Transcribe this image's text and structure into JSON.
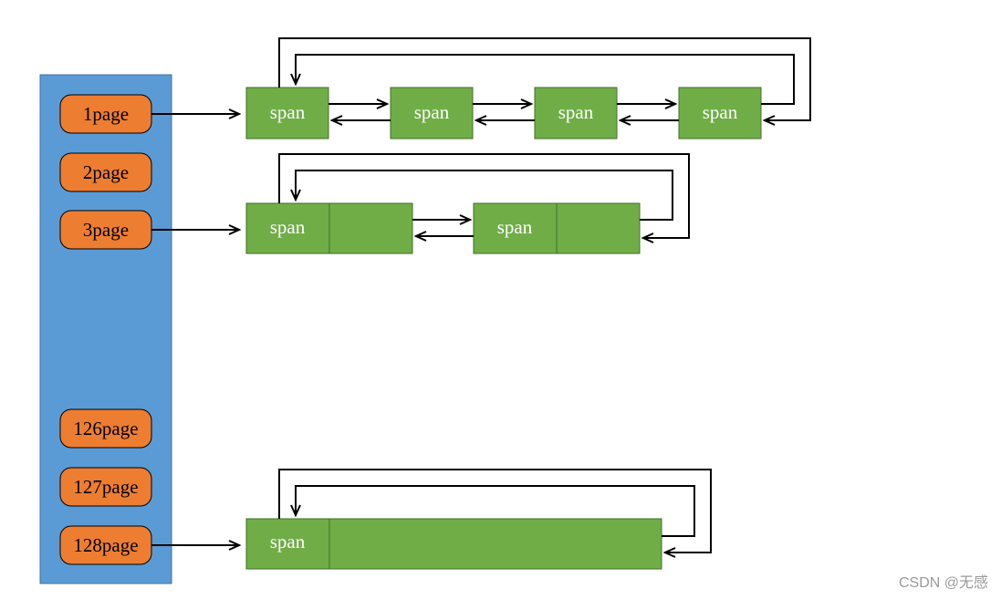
{
  "colors": {
    "page_list_bg": "#5b9bd5",
    "page_pill": "#ed7d31",
    "span_fill": "#70ad47",
    "line": "#000000",
    "span_text": "#ffffff"
  },
  "page_labels": [
    "1page",
    "2page",
    "3page",
    "126page",
    "127page",
    "128page"
  ],
  "span_label": "span",
  "watermark": "CSDN @无感"
}
